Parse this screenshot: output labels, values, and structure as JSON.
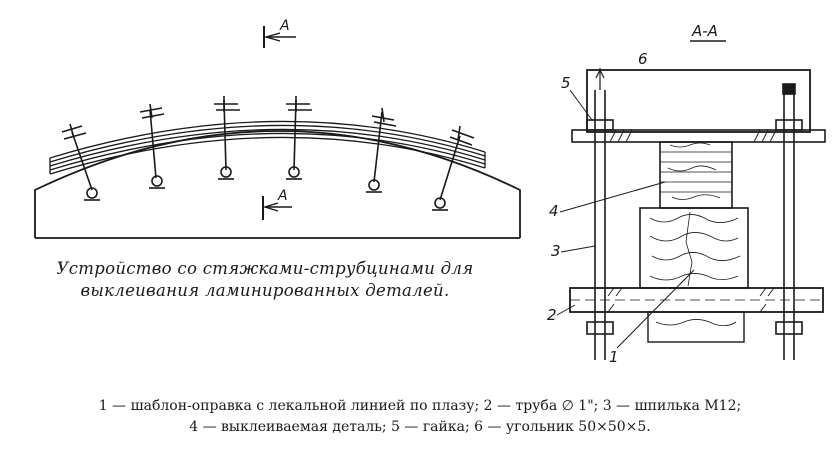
{
  "left_view": {
    "section_marker_top": "A",
    "section_marker_bottom": "A"
  },
  "right_view": {
    "section_title": "A-A",
    "callouts": [
      "1",
      "2",
      "3",
      "4",
      "5",
      "6"
    ]
  },
  "caption": {
    "line1": "Устройство со стяжками-струбцинами для",
    "line2": "выклеивания ламинированных деталей."
  },
  "legend": {
    "line1": "1 — шаблон-оправка с лекальной линией по плазу; 2 — труба ∅ 1\"; 3 — шпилька M12;",
    "line2": "4 — выклеиваемая деталь; 5 — гайка; 6 — угольник 50×50×5."
  }
}
